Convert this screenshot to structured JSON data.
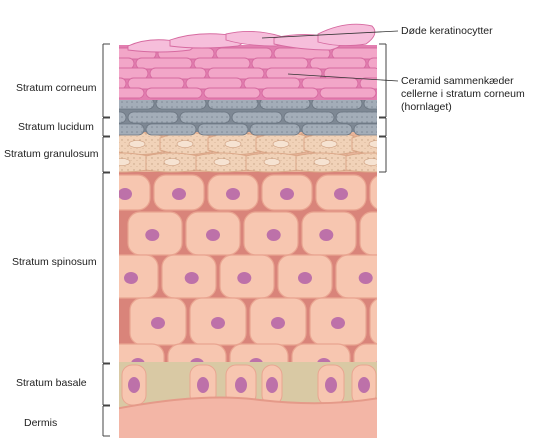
{
  "layers": {
    "stratum_corneum": "Stratum corneum",
    "stratum_lucidum": "Stratum lucidum",
    "stratum_granulosum": "Stratum granulosum",
    "stratum_spinosum": "Stratum spinosum",
    "stratum_basale": "Stratum basale",
    "dermis": "Dermis"
  },
  "callouts": {
    "dead_keratinocytes": "Døde keratinocytter",
    "ceramide_line1": "Ceramid sammenkæder",
    "ceramide_line2": "cellerne i stratum corneum",
    "ceramide_line3": "(hornlaget)"
  },
  "colors": {
    "corneum_pink": "#f2a6c8",
    "lucidum_grey": "#9aa6b2",
    "granulosum_beige": "#f1d2b8",
    "spinosum_cell": "#f7c6b0",
    "intercellular": "#d9847a",
    "nucleus_purple": "#b361a8",
    "basale_tan": "#d9c9a4",
    "dermis_pink": "#f3b6a6"
  }
}
